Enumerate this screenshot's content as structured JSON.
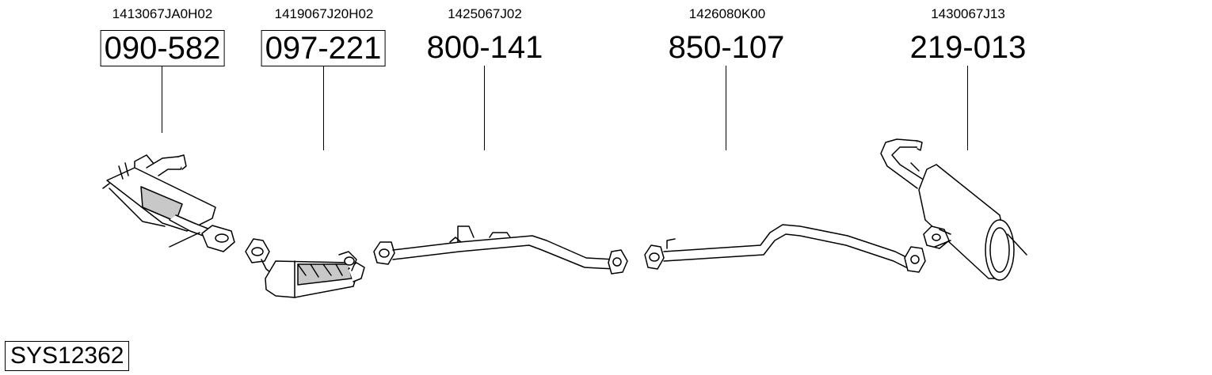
{
  "parts": [
    {
      "oem": "1413067JA0H02",
      "part_no": "090-582",
      "boxed": true
    },
    {
      "oem": "1419067J20H02",
      "part_no": "097-221",
      "boxed": true
    },
    {
      "oem": "1425067J02",
      "part_no": "800-141",
      "boxed": false
    },
    {
      "oem": "1426080K00",
      "part_no": "850-107",
      "boxed": false
    },
    {
      "oem": "1430067J13",
      "part_no": "219-013",
      "boxed": false
    }
  ],
  "system_id": "SYS12362",
  "colors": {
    "line": "#000000",
    "fill": "#ffffff",
    "shade": "#c8c8c8"
  }
}
